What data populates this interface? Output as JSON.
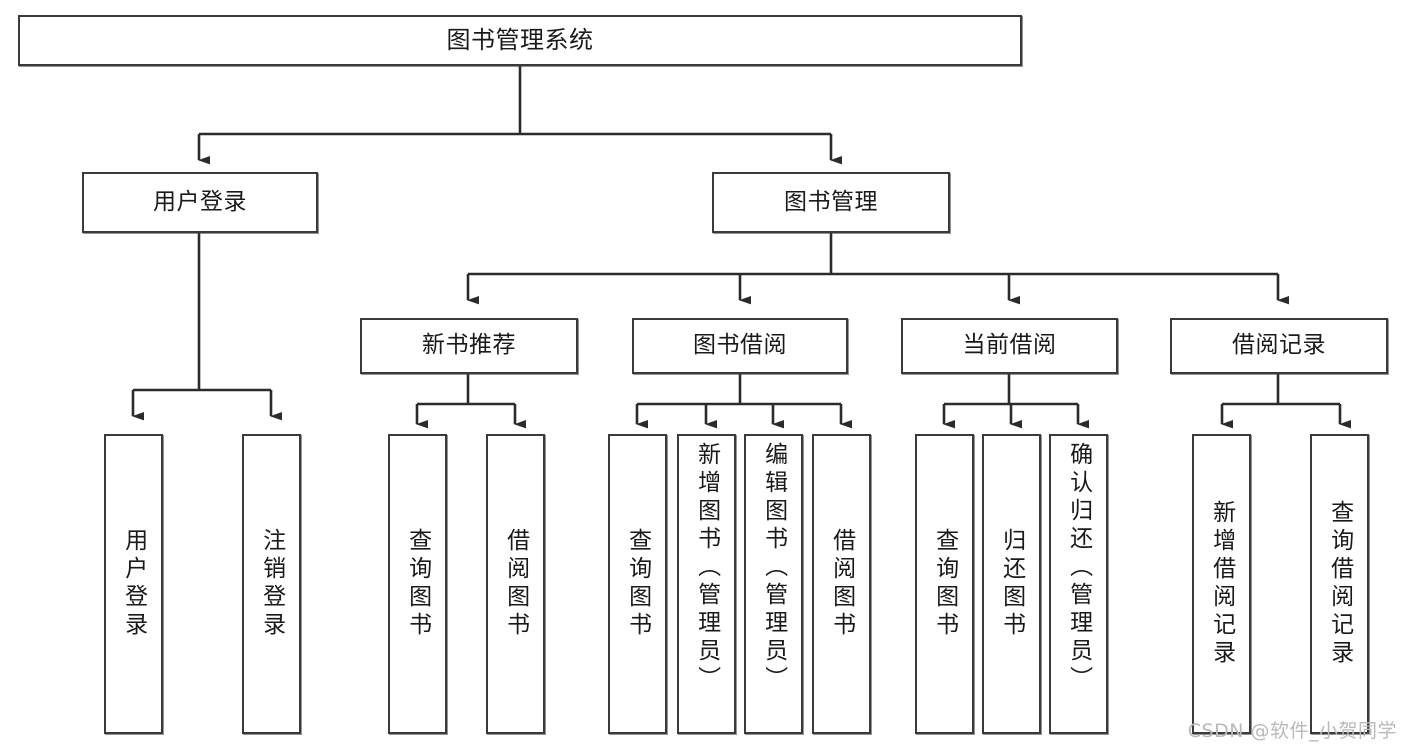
{
  "diagram": {
    "title": "图书管理系统",
    "type": "tree",
    "watermark": "CSDN @软件_小贺同学",
    "colors": {
      "box_border": "#3a3a3a",
      "box_fill": "#ffffff",
      "edge": "#2b2b2b",
      "text": "#1a1a1a",
      "watermark": "#b9b9b9"
    },
    "nodes": {
      "root": {
        "label": "图书管理系统"
      },
      "level1": [
        {
          "id": "user-login",
          "label": "用户登录"
        },
        {
          "id": "book-manage",
          "label": "图书管理"
        }
      ],
      "level2": [
        {
          "id": "new-book-recommend",
          "label": "新书推荐",
          "parent": "book-manage"
        },
        {
          "id": "book-borrow",
          "label": "图书借阅",
          "parent": "book-manage"
        },
        {
          "id": "current-borrow",
          "label": "当前借阅",
          "parent": "book-manage"
        },
        {
          "id": "borrow-record",
          "label": "借阅记录",
          "parent": "book-manage"
        }
      ],
      "leaves": [
        {
          "id": "leaf-user-login",
          "label": "用户登录",
          "parent": "user-login"
        },
        {
          "id": "leaf-logout-login",
          "label": "注销登录",
          "parent": "user-login"
        },
        {
          "id": "leaf-query-book-1",
          "label": "查询图书",
          "parent": "new-book-recommend"
        },
        {
          "id": "leaf-borrow-book-1",
          "label": "借阅图书",
          "parent": "new-book-recommend"
        },
        {
          "id": "leaf-query-book-2",
          "label": "查询图书",
          "parent": "book-borrow"
        },
        {
          "id": "leaf-add-book",
          "label": "新增图书（管理员）",
          "parent": "book-borrow"
        },
        {
          "id": "leaf-edit-book",
          "label": "编辑图书（管理员）",
          "parent": "book-borrow"
        },
        {
          "id": "leaf-borrow-book-2",
          "label": "借阅图书",
          "parent": "book-borrow"
        },
        {
          "id": "leaf-query-book-3",
          "label": "查询图书",
          "parent": "current-borrow"
        },
        {
          "id": "leaf-return-book",
          "label": "归还图书",
          "parent": "current-borrow"
        },
        {
          "id": "leaf-confirm-return",
          "label": "确认归还（管理员）",
          "parent": "current-borrow"
        },
        {
          "id": "leaf-add-record",
          "label": "新增借阅记录",
          "parent": "borrow-record"
        },
        {
          "id": "leaf-query-record",
          "label": "查询借阅记录",
          "parent": "borrow-record"
        }
      ]
    }
  }
}
